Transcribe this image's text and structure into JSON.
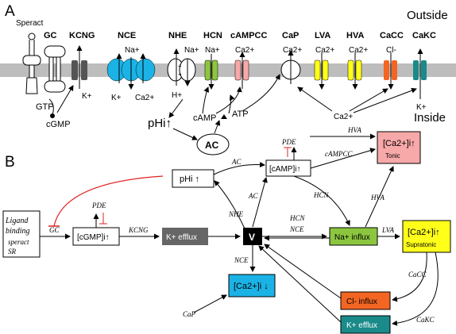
{
  "panelA": {
    "label": "A",
    "outside": "Outside",
    "inside": "Inside",
    "speract": "Speract",
    "gtp": "GTP",
    "cgmp": "cGMP",
    "channels": {
      "gc": "GC",
      "kcng": "KCNG",
      "nce": "NCE",
      "nhe": "NHE",
      "hcn": "HCN",
      "campcc": "cAMPCC",
      "cap": "CaP",
      "lva": "LVA",
      "hva": "HVA",
      "cacc": "CaCC",
      "cakc": "CaKC"
    },
    "ions": {
      "kplus": "K+",
      "naplus": "Na+",
      "ca2plus": "Ca2+",
      "hplus": "H+",
      "clminus": "Cl-"
    },
    "camp": "cAMP",
    "atp": "ATP",
    "ac": "AC",
    "phi": "pHi↑"
  },
  "panelB": {
    "label": "B",
    "ligand": [
      "Ligand",
      "binding",
      "speract",
      "SR"
    ],
    "gc": "GC",
    "pde": "PDE",
    "cgmp_box": "[cGMP]i↑",
    "kcng": "KCNG",
    "kefflux": "K+ efflux",
    "v": "V",
    "phi_box": "pHi ↑",
    "camp_box": "[cAMP]i↑",
    "ac": "AC",
    "nhe": "NHE",
    "hcn": "HCN",
    "nce": "NCE",
    "campcc": "cAMPCC",
    "hva": "HVA",
    "lva": "LVA",
    "tonic_label": "[Ca2+]i↑",
    "tonic": "Tonic",
    "supratonic_label": "[Ca2+]i↑",
    "supratonic": "Supratonic",
    "na_influx": "Na+ influx",
    "ca_down": "[Ca2+]i ↓",
    "cap": "CaP",
    "cl_influx": "Cl- influx",
    "k_efflux2": "K+ efflux",
    "cacc": "CaCC",
    "cakc": "CaKC"
  },
  "colors": {
    "membrane": "#bdbdbd",
    "kcng": "#555555",
    "nce": "#1bb3e6",
    "hcn": "#8cc63f",
    "campcc": "#f7a8a8",
    "lva_hva": "#ffff1a",
    "cacc": "#f26522",
    "cakc": "#1a8a8a",
    "red_inhib": "#e02020"
  }
}
